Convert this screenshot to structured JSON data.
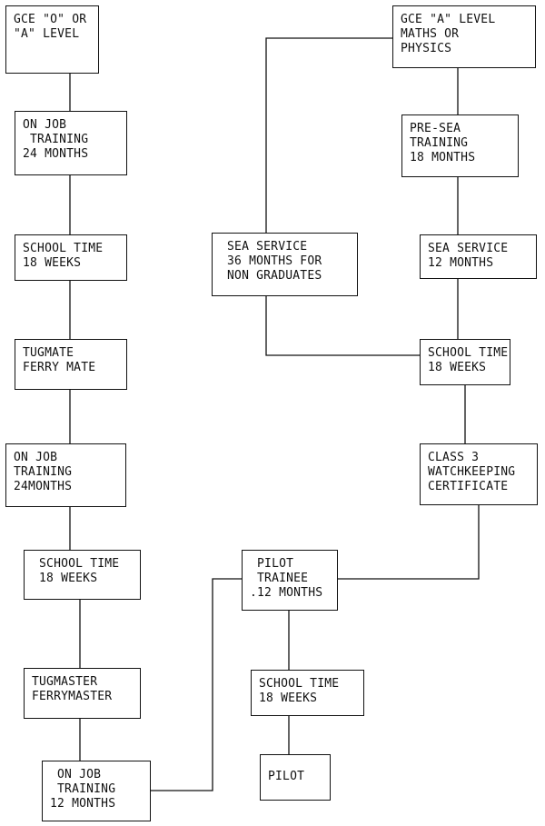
{
  "diagram": {
    "nodes": {
      "gce_o_or_a_level": "GCE \"O\" OR\n\"A\" LEVEL",
      "gce_a_level_maths_physics": "GCE \"A\" LEVEL\nMATHS OR\nPHYSICS",
      "on_job_training_24_months": "ON JOB\n TRAINING\n24 MONTHS",
      "pre_sea_training": "PRE-SEA\nTRAINING\n18 MONTHS",
      "school_time_left_1": "SCHOOL TIME\n18 WEEKS",
      "sea_service_36": " SEA SERVICE\n 36 MONTHS FOR\n NON GRADUATES",
      "sea_service_12": "SEA SERVICE\n12 MONTHS",
      "tugmate_ferry_mate": "TUGMATE\nFERRY MATE",
      "school_time_right": "SCHOOL TIME\n18 WEEKS",
      "on_job_training_24months_b": "ON JOB\nTRAINING\n24MONTHS",
      "class_3_certificate": "CLASS 3\nWATCHKEEPING\nCERTIFICATE",
      "school_time_left_2": " SCHOOL TIME\n 18 WEEKS",
      "pilot_trainee": " PILOT\n TRAINEE\n.12 MONTHS",
      "tugmaster_ferrymaster": "TUGMASTER\nFERRYMASTER",
      "school_time_center": "SCHOOL TIME\n18 WEEKS",
      "on_job_training_12_months": " ON JOB\n TRAINING\n12 MONTHS",
      "pilot": "PILOT"
    }
  }
}
